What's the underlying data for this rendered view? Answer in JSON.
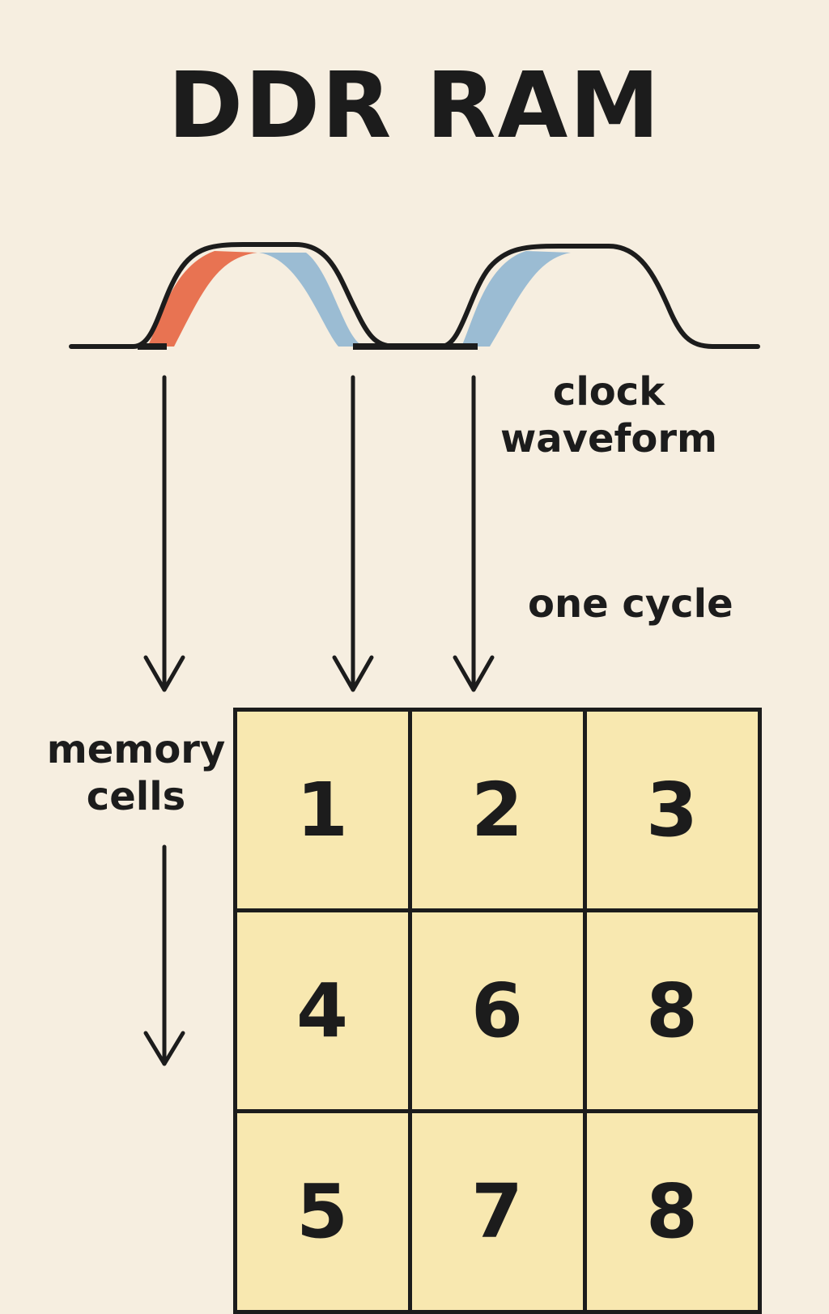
{
  "title": "DDR RAM",
  "labels": {
    "clock_line1": "clock",
    "clock_line2": "waveform",
    "one_cycle": "one cycle",
    "memory_line1": "memory",
    "memory_line2": "cells"
  },
  "memory_cells": [
    [
      "1",
      "2",
      "3"
    ],
    [
      "4",
      "6",
      "8"
    ],
    [
      "5",
      "7",
      "8"
    ]
  ],
  "colors": {
    "background": "#f6eee0",
    "ink": "#1c1c1c",
    "rising_edge": "#e87352",
    "falling_edge": "#9bbcd3",
    "cell_fill": "#f8e8b0"
  }
}
